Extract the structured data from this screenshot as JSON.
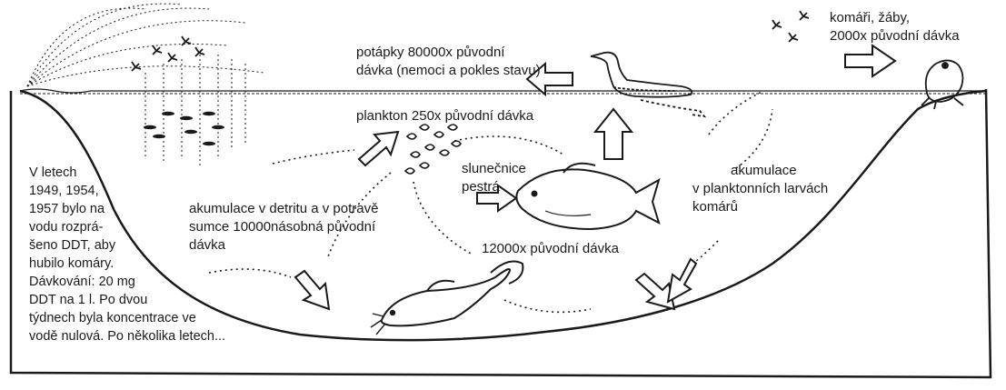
{
  "labels": {
    "grebes": {
      "line1": "potápky 80000x původní",
      "line2": "dávka (nemoci a pokles stavu)"
    },
    "mosquitoes_frogs": {
      "line1": "komáři, žáby,",
      "line2": "2000x původní dávka"
    },
    "plankton": "plankton 250x původní dávka",
    "sunfish": {
      "line1": "slunečnice",
      "line2": "pestrá"
    },
    "sunfish_dose": "12000x původní dávka",
    "larvae_accumulation": {
      "line1": "akumulace",
      "line2": "v planktonních larvách",
      "line3": "komárů"
    },
    "detritus_accumulation": {
      "line1": "akumulace v detritu a v potravě",
      "line2": "sumce 10000násobná původní",
      "line3": "dávka"
    },
    "history": {
      "line1": "V letech",
      "line2": "1949, 1954,",
      "line3": "1957 bylo na",
      "line4": "vodu rozprá-",
      "line5": "šeno DDT, aby",
      "line6": "hubilo komáry.",
      "line7": "Dávkování: 20 mg",
      "line8": "DDT na 1 l. Po dvou",
      "line9": "týdnech byla koncentrace ve",
      "line10": "vodě nulová. Po několika letech..."
    }
  },
  "icons": {
    "spray": "spray-fan-icon",
    "grebe": "grebe-bird-icon",
    "frog": "frog-icon",
    "sunfish": "sunfish-icon",
    "catfish": "catfish-icon",
    "mosquito": "mosquito-icon",
    "plankton": "plankton-icon",
    "arrow": "hollow-arrow-icon"
  },
  "colors": {
    "ink": "#1a1a1a",
    "paper": "#ffffff"
  }
}
